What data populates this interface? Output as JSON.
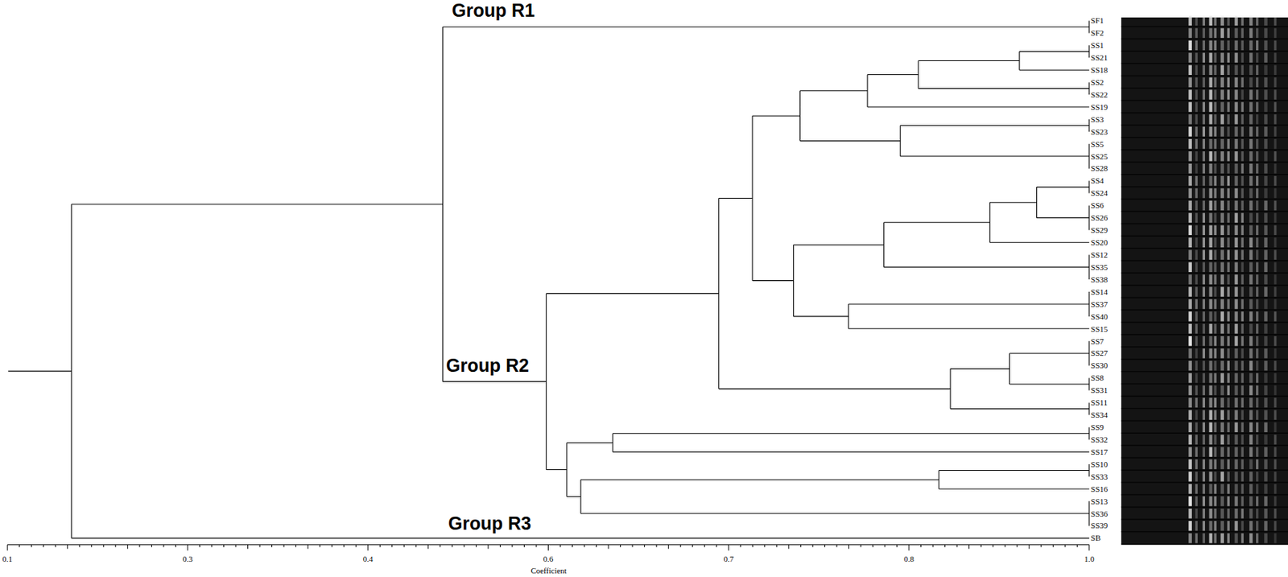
{
  "diagram": {
    "labels": [
      "Group R1",
      "Group R2",
      "Group R3",
      "SF1",
      "SF2",
      "SS1",
      "SS21",
      "SS18",
      "SS2",
      "SS22",
      "SS19",
      "SS3",
      "SS23",
      "SS5",
      "SS25",
      "SS28",
      "SS4",
      "SS24",
      "SS6",
      "SS26",
      "SS29",
      "SS20",
      "SS12",
      "SS35",
      "SS38",
      "SS14",
      "SS37",
      "SS40",
      "SS15",
      "SS7",
      "SS27",
      "SS30",
      "SS8",
      "SS31",
      "SS11",
      "SS34",
      "SS9",
      "SS32",
      "SS17",
      "SS10",
      "SS33",
      "SS16",
      "SS13",
      "SS36",
      "SS39",
      "SB",
      "0.1",
      "0.3",
      "0.4",
      "0.6",
      "0.7",
      "0.8",
      "1.0",
      "Coefficient"
    ]
  }
}
